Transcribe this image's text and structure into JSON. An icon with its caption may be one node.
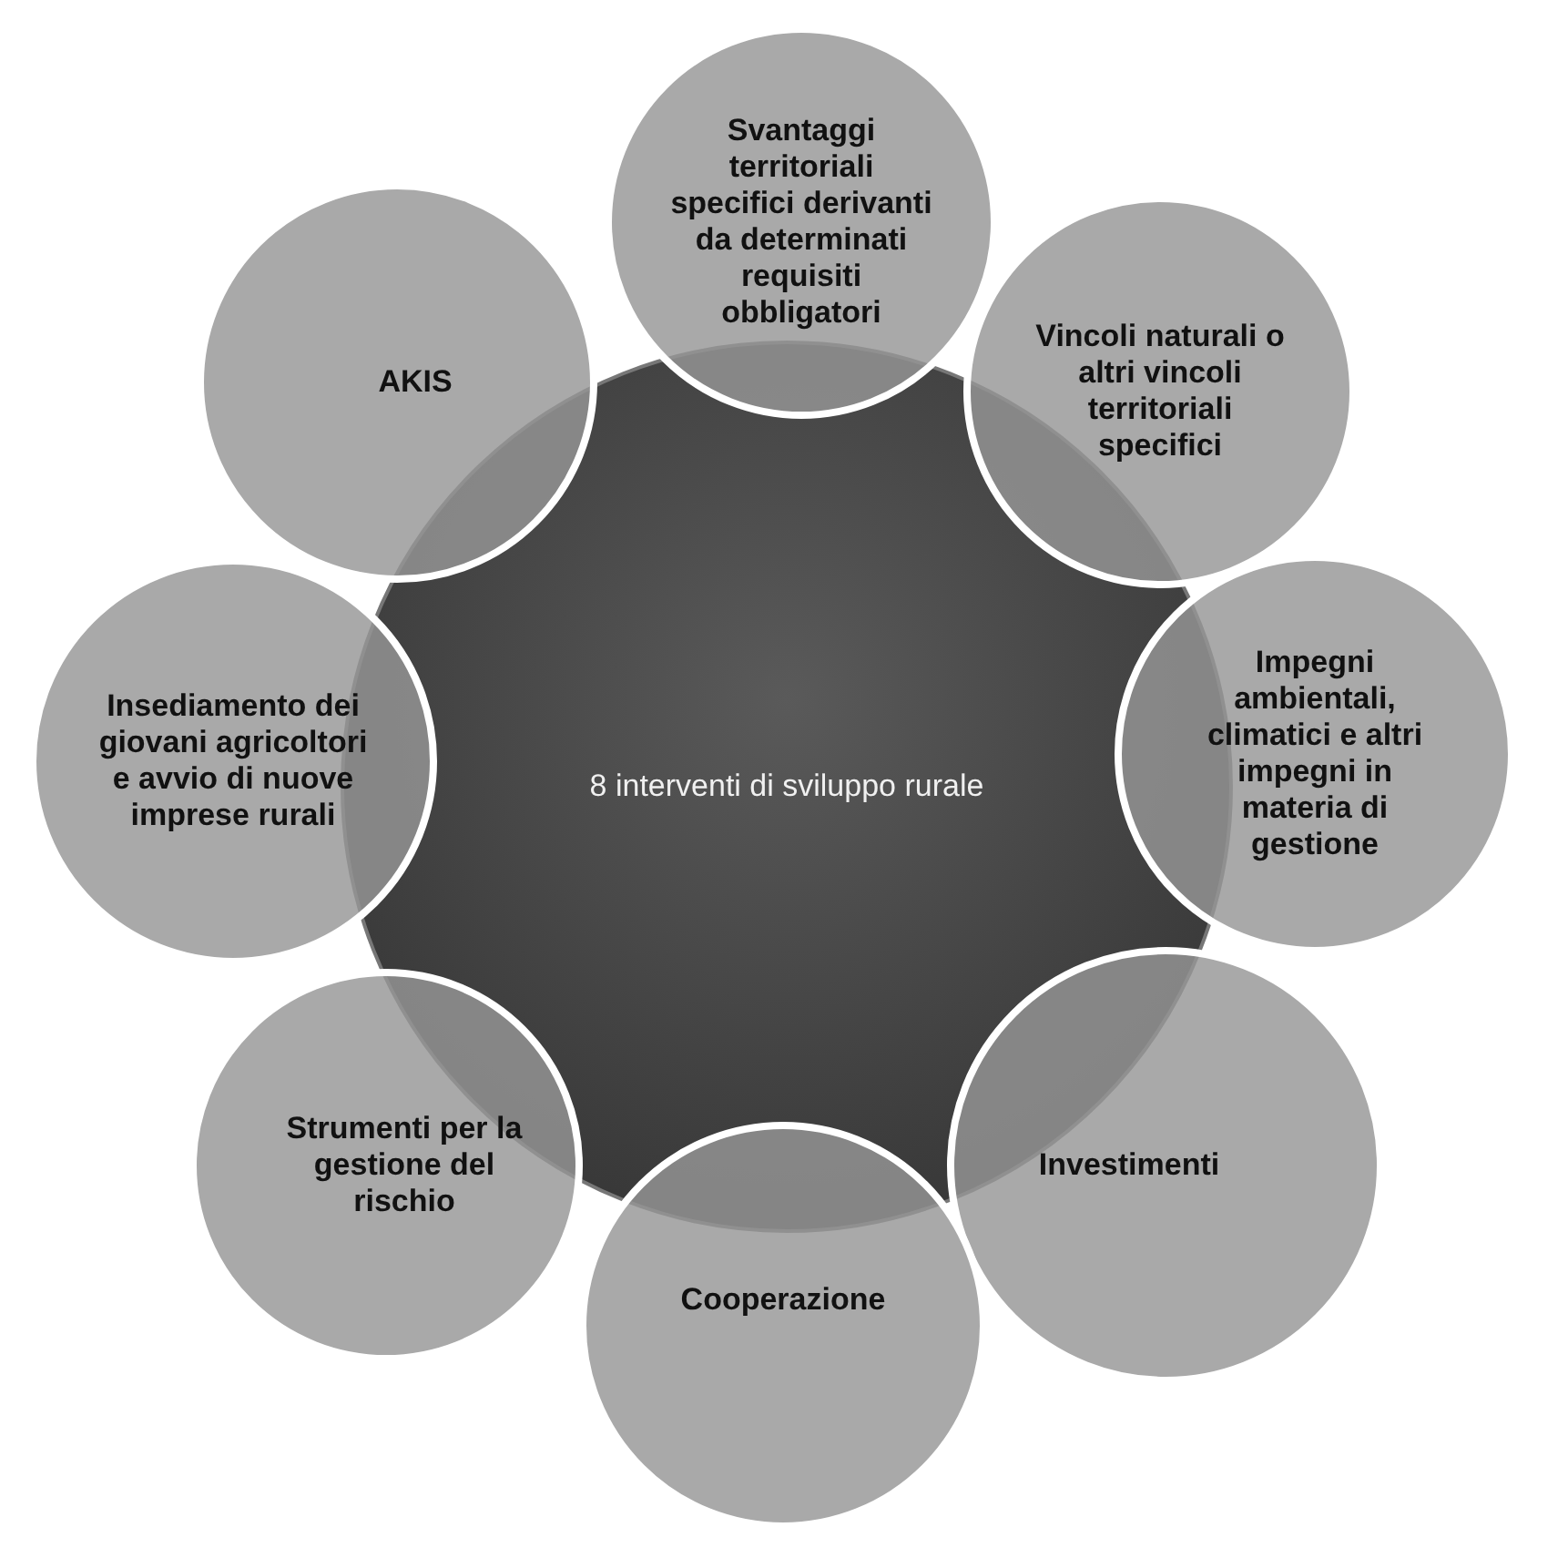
{
  "diagram": {
    "nodes": [
      {
        "text": [
          "8 interventi di sviluppo rurale"
        ]
      },
      {
        "text": [
          "Svantaggi territoriali specifici derivanti da determinati requisiti obbligatori"
        ]
      },
      {
        "text": [
          "Vincoli naturali o altri vincoli territoriali specifici"
        ]
      },
      {
        "text": [
          "Impegni ambientali, climatici e altri impegni in materia di gestione"
        ]
      },
      {
        "text": [
          "Investimenti"
        ]
      },
      {
        "text": [
          "Cooperazione"
        ]
      },
      {
        "text": [
          "Strumenti per la gestione del rischio"
        ]
      },
      {
        "text": [
          "Insediamento dei giovani agricoltori e avvio di nuove imprese rurali"
        ]
      },
      {
        "text": [
          "AKIS"
        ]
      }
    ]
  }
}
